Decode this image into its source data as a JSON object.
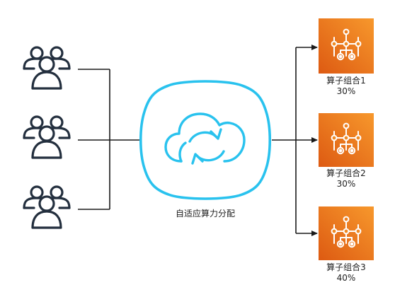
{
  "center": {
    "label": "自适应算力分配"
  },
  "outputs": [
    {
      "name": "算子组合1",
      "percent": "30%"
    },
    {
      "name": "算子组合2",
      "percent": "30%"
    },
    {
      "name": "算子组合3",
      "percent": "40%"
    }
  ],
  "colors": {
    "line": "#1a1a1a",
    "cloud": "#29c2ee",
    "tile_top": "#f7922a",
    "tile_bottom": "#dd5a12",
    "user_stroke": "#232f3e"
  },
  "icons": {
    "user_group": "users-icon",
    "center": "cloud-sync-icon",
    "tile": "step-functions-icon"
  }
}
